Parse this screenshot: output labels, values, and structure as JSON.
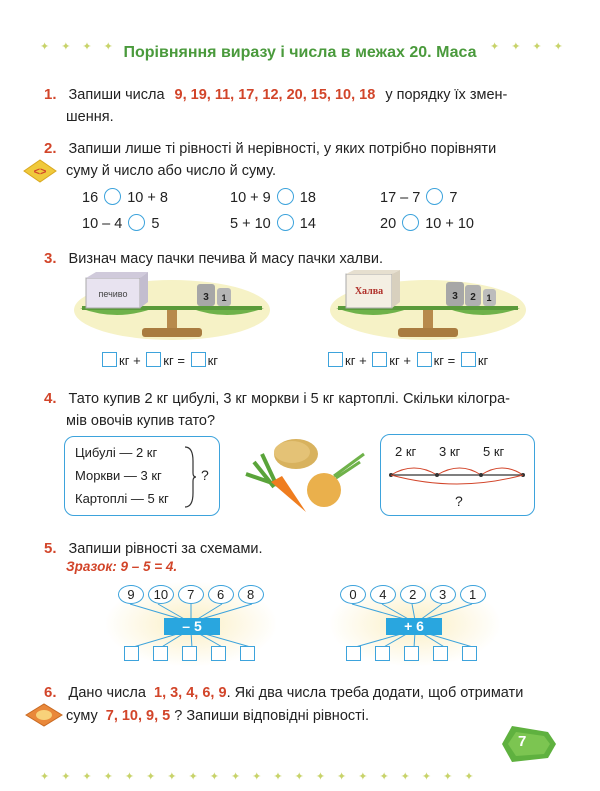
{
  "title": "Порівняння виразу і числа в межах 20. Маса",
  "tasks": {
    "t1": {
      "num": "1.",
      "pre": "Запиши числа",
      "numbers": "9, 19, 11, 17, 12, 20, 15, 10, 18",
      "post": "у порядку їх змен-",
      "line2": "шення."
    },
    "t2": {
      "num": "2.",
      "line1": "Запиши лише ті рівності й нерівності, у яких потрібно порівняти",
      "line2": "суму й число або число й суму.",
      "rows": [
        [
          "16",
          "10 + 8",
          "10 + 9",
          "18",
          "17 – 7",
          "7"
        ],
        [
          "10 – 4",
          "5",
          "5 + 10",
          "14",
          "20",
          "10 + 10"
        ]
      ]
    },
    "t3": {
      "num": "3.",
      "line1": "Визнач масу пачки печива й масу пачки халви.",
      "box1": "печиво",
      "box2": "Халва",
      "weights1": [
        "3",
        "1"
      ],
      "weights2": [
        "3",
        "2",
        "1"
      ],
      "unit": "кг",
      "plus": "+",
      "eq": "="
    },
    "t4": {
      "num": "4.",
      "line1": "Тато купив 2 кг цибулі, 3 кг моркви і 5 кг картоплі. Скільки кілогра-",
      "line2": "мів овочів купив тато?",
      "list": [
        "Цибулі — 2 кг",
        "Моркви — 3 кг",
        "Картоплі — 5 кг"
      ],
      "q": "?",
      "diagram": [
        "2 кг",
        "3 кг",
        "5 кг"
      ],
      "diagram_q": "?"
    },
    "t5": {
      "num": "5.",
      "line1": "Запиши рівності за схемами.",
      "sample": "Зразок: 9 – 5 = 4.",
      "left_nums": [
        "9",
        "10",
        "7",
        "6",
        "8"
      ],
      "left_op": "– 5",
      "right_nums": [
        "0",
        "4",
        "2",
        "3",
        "1"
      ],
      "right_op": "+ 6"
    },
    "t6": {
      "num": "6.",
      "pre": "Дано числа",
      "numbers": "1, 3, 4, 6, 9",
      "post": ". Які два числа треба додати, щоб отримати",
      "pre2": "суму",
      "sums": "7, 10, 9, 5",
      "post2": "? Запиши відповідні рівності."
    }
  },
  "page_number": "7",
  "colors": {
    "accent_green": "#4a9a3c",
    "accent_red": "#d2452a",
    "accent_blue": "#29a6df"
  }
}
